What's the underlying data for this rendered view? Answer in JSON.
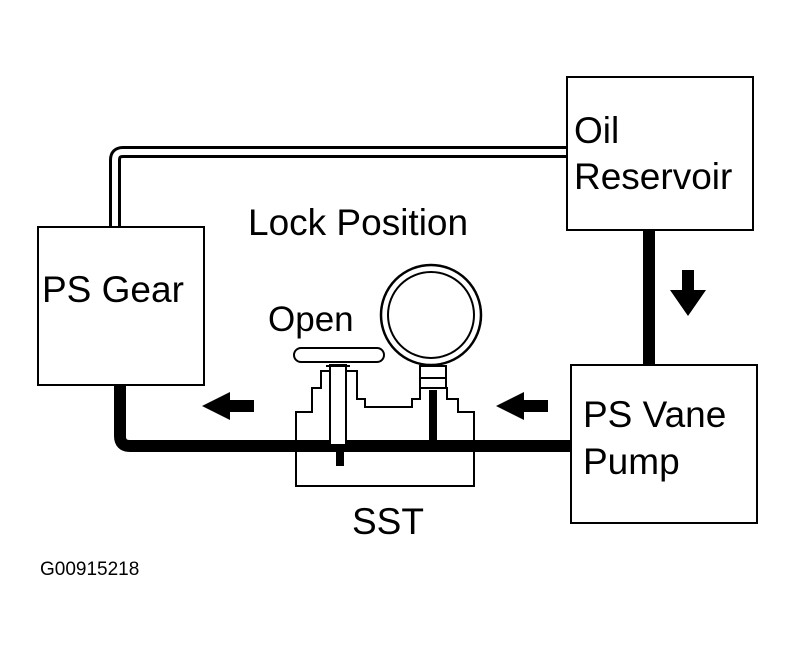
{
  "labels": {
    "ps_gear": "PS Gear",
    "oil_reservoir_line1": "Oil",
    "oil_reservoir_line2": "Reservoir",
    "ps_vane_pump_line1": "PS Vane",
    "ps_vane_pump_line2": "Pump",
    "lock_position": "Lock Position",
    "open": "Open",
    "sst": "SST",
    "figure_id": "G00915218"
  },
  "colors": {
    "line": "#000000",
    "background": "#ffffff"
  },
  "icons": {
    "flow_arrow": "arrow-left-icon",
    "down_arrow": "arrow-down-icon",
    "gauge": "pressure-gauge-icon"
  }
}
